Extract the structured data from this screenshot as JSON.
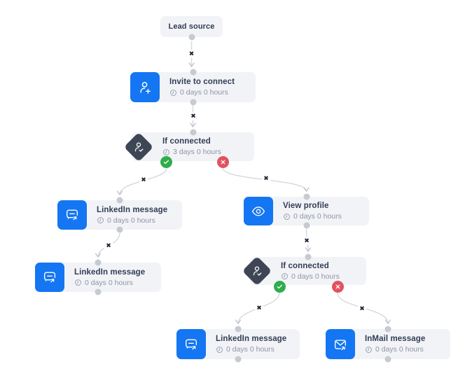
{
  "flow": {
    "nodes": {
      "lead_source": {
        "label": "Lead source"
      },
      "invite_to_connect": {
        "label": "Invite to connect",
        "delay": "0 days 0 hours"
      },
      "if_connected_1": {
        "label": "If connected",
        "delay": "3 days 0 hours"
      },
      "linkedin_message_1": {
        "label": "LinkedIn message",
        "delay": "0 days 0 hours"
      },
      "linkedin_message_2": {
        "label": "LinkedIn message",
        "delay": "0 days 0 hours"
      },
      "view_profile": {
        "label": "View profile",
        "delay": "0 days 0 hours"
      },
      "if_connected_2": {
        "label": "If connected",
        "delay": "0 days 0 hours"
      },
      "linkedin_message_3": {
        "label": "LinkedIn message",
        "delay": "0 days 0 hours"
      },
      "inmail_message": {
        "label": "InMail message",
        "delay": "0 days 0 hours"
      }
    },
    "icons": {
      "delete_connection": "✖",
      "invite": "user-plus",
      "condition": "user-check",
      "linkedin_message": "chat-bubble-arrow",
      "view_profile": "eye",
      "inmail_message": "envelope-arrow",
      "delay": "clock",
      "branch_yes": "check",
      "branch_no": "cross"
    },
    "colors": {
      "canvas_bg": "#ffffff",
      "node_bg": "#f2f3f7",
      "accent_blue": "#1476f2",
      "diamond_bg": "#3e4655",
      "success_green": "#2fad4c",
      "danger_red": "#e25260",
      "text_dark": "#323d55",
      "text_muted": "#8d95a5",
      "line_gray": "#d5d8dd",
      "dot_gray": "#c6cad1",
      "delete_x": "#1d2534"
    }
  }
}
